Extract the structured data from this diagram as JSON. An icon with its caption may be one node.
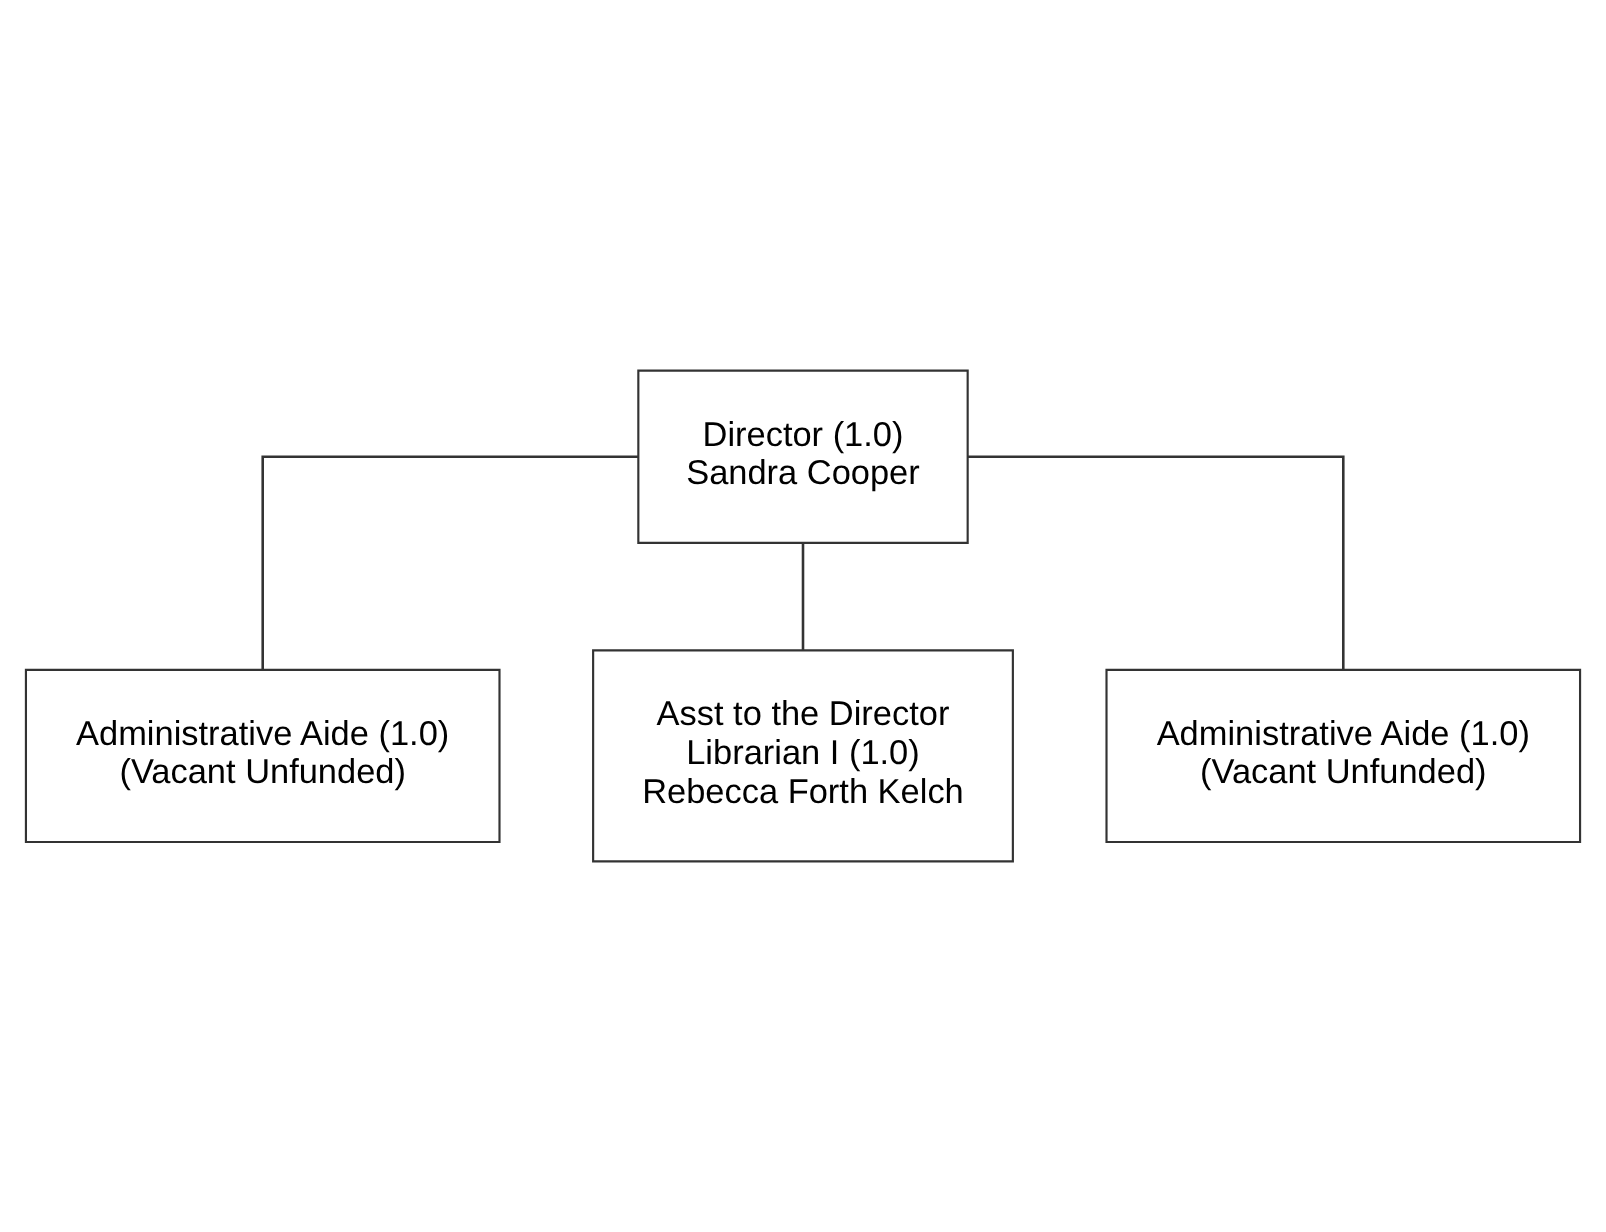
{
  "diagram": {
    "nodes": [
      {
        "text": [
          "Director (1.0)",
          "Sandra Cooper"
        ]
      },
      {
        "text": [
          "Administrative Aide (1.0)",
          "(Vacant Unfunded)"
        ]
      },
      {
        "text": [
          "Asst to the Director",
          "Librarian I (1.0)",
          "Rebecca Forth Kelch"
        ]
      },
      {
        "text": [
          "Administrative Aide (1.0)",
          "(Vacant Unfunded)"
        ]
      }
    ],
    "edges": [
      {
        "from": 0,
        "to": 1,
        "arrow": "none"
      },
      {
        "from": 0,
        "to": 2,
        "arrow": "none"
      },
      {
        "from": 0,
        "to": 3,
        "arrow": "none"
      }
    ]
  }
}
